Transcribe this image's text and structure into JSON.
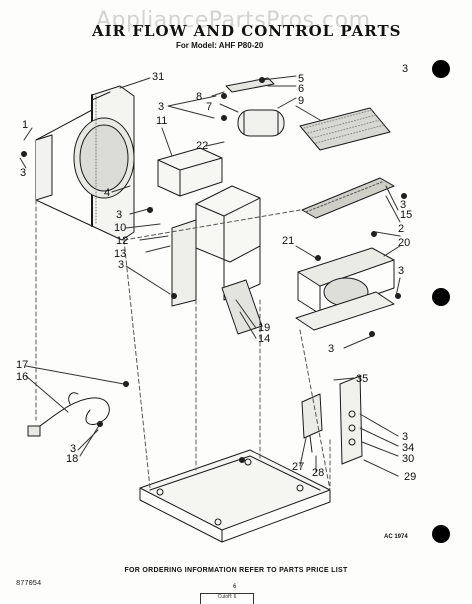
{
  "watermark": "AppliancePartsPros.com",
  "title": "AIR FLOW AND CONTROL PARTS",
  "subtitle": "For Model: AHF P80-20",
  "footer_note": "FOR ORDERING INFORMATION REFER TO PARTS PRICE LIST",
  "document_number": "877054",
  "page_number": "6",
  "art_code": "AC 1974",
  "page_tab": "Cutoff: 6",
  "callouts": [
    "31",
    "1",
    "3",
    "4",
    "3",
    "10",
    "12",
    "13",
    "3",
    "11",
    "22",
    "3",
    "8",
    "7",
    "5",
    "6",
    "9",
    "3",
    "15",
    "3",
    "2",
    "20",
    "21",
    "3",
    "3",
    "19",
    "14",
    "35",
    "3",
    "34",
    "30",
    "29",
    "27",
    "28",
    "17",
    "16",
    "3",
    "18"
  ]
}
